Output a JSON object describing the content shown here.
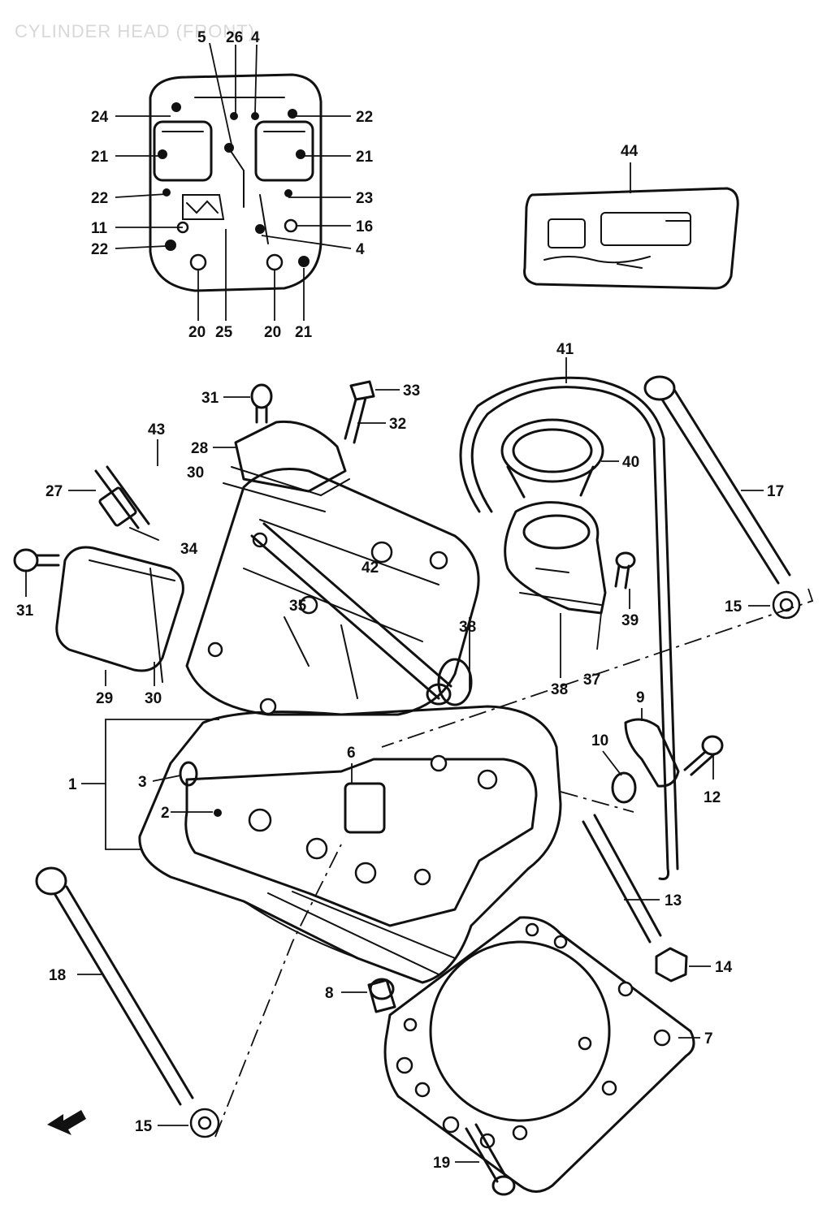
{
  "title": "CYLINDER HEAD (FRONT)",
  "part_numbers": [
    "1",
    "2",
    "3",
    "4",
    "5",
    "6",
    "7",
    "8",
    "9",
    "10",
    "11",
    "12",
    "13",
    "14",
    "15",
    "16",
    "17",
    "18",
    "19",
    "20",
    "21",
    "22",
    "23",
    "24",
    "25",
    "26",
    "27",
    "28",
    "29",
    "30",
    "31",
    "32",
    "33",
    "34",
    "35",
    "37",
    "38",
    "39",
    "40",
    "41",
    "42",
    "43",
    "44"
  ],
  "callouts": {
    "c5": "5",
    "c26": "26",
    "c4a": "4",
    "c24": "24",
    "c22a": "22",
    "c21a": "21",
    "c21b": "21",
    "c22b": "22",
    "c23": "23",
    "c11": "11",
    "c16": "16",
    "c22c": "22",
    "c4b": "4",
    "c20a": "20",
    "c25": "25",
    "c20b": "20",
    "c21c": "21",
    "c44": "44",
    "c41": "41",
    "c31a": "31",
    "c33": "33",
    "c32": "32",
    "c28": "28",
    "c43": "43",
    "c30a": "30",
    "c27": "27",
    "c40": "40",
    "c17": "17",
    "c34": "34",
    "c31b": "31",
    "c42": "42",
    "c35": "35",
    "c39": "39",
    "c15a": "15",
    "c36": "38",
    "c29": "29",
    "c30b": "30",
    "c38": "38",
    "c37": "37",
    "c9": "9",
    "c6": "6",
    "c1": "1",
    "c3": "3",
    "c10": "10",
    "c12": "12",
    "c2": "2",
    "c13": "13",
    "c18": "18",
    "c14": "14",
    "c8": "8",
    "c7": "7",
    "c15b": "15",
    "c19": "19"
  },
  "icons": [
    "front-arrow-icon"
  ]
}
